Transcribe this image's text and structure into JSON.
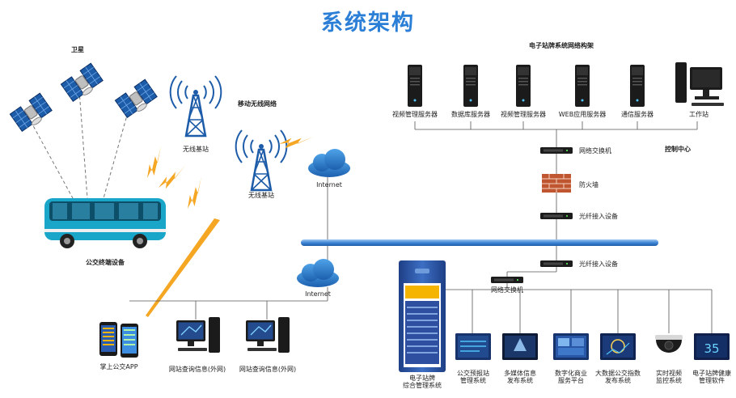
{
  "title": "系统架构",
  "labels": {
    "satellite": "卫星",
    "mobile_network": "移动无线网络",
    "base_station_1": "无线基站",
    "base_station_2": "无线基站",
    "internet_1": "Internet",
    "internet_2": "Internet",
    "bus_terminal": "公交终端设备",
    "network_arch": "电子站牌系统网络构架",
    "control_center": "控制中心",
    "switch_1": "网络交换机",
    "firewall": "防火墙",
    "fiber_1": "光纤接入设备",
    "fiber_2": "光纤接入设备",
    "switch_2": "网络交换机"
  },
  "servers": [
    {
      "label": "视频管理服务器"
    },
    {
      "label": "数据库服务器"
    },
    {
      "label": "视频管理服务器"
    },
    {
      "label": "WEB应用服务器"
    },
    {
      "label": "通信服务器"
    },
    {
      "label": "工作站"
    }
  ],
  "clients": [
    {
      "label": "掌上公交APP"
    },
    {
      "label": "网站查询信息(外网)"
    },
    {
      "label": "网站查询信息(外网)"
    }
  ],
  "kiosk": {
    "label": "电子站牌\n综合管理系统"
  },
  "subsystems": [
    {
      "label": "公交预报站\n管理系统"
    },
    {
      "label": "多媒体信息\n发布系统"
    },
    {
      "label": "数字化商业\n服务平台"
    },
    {
      "label": "大数据公交指数\n发布系统"
    },
    {
      "label": "实时视频\n监控系统"
    },
    {
      "label": "电子站牌健康\n管理软件"
    }
  ],
  "screen_values": {
    "thermostat": "35"
  },
  "colors": {
    "accent": "#2b7fd6",
    "bus": "#1aa6c9",
    "lightning": "#f5a623",
    "backbone": "#4a8fd9",
    "firewall": "#c0562f"
  }
}
